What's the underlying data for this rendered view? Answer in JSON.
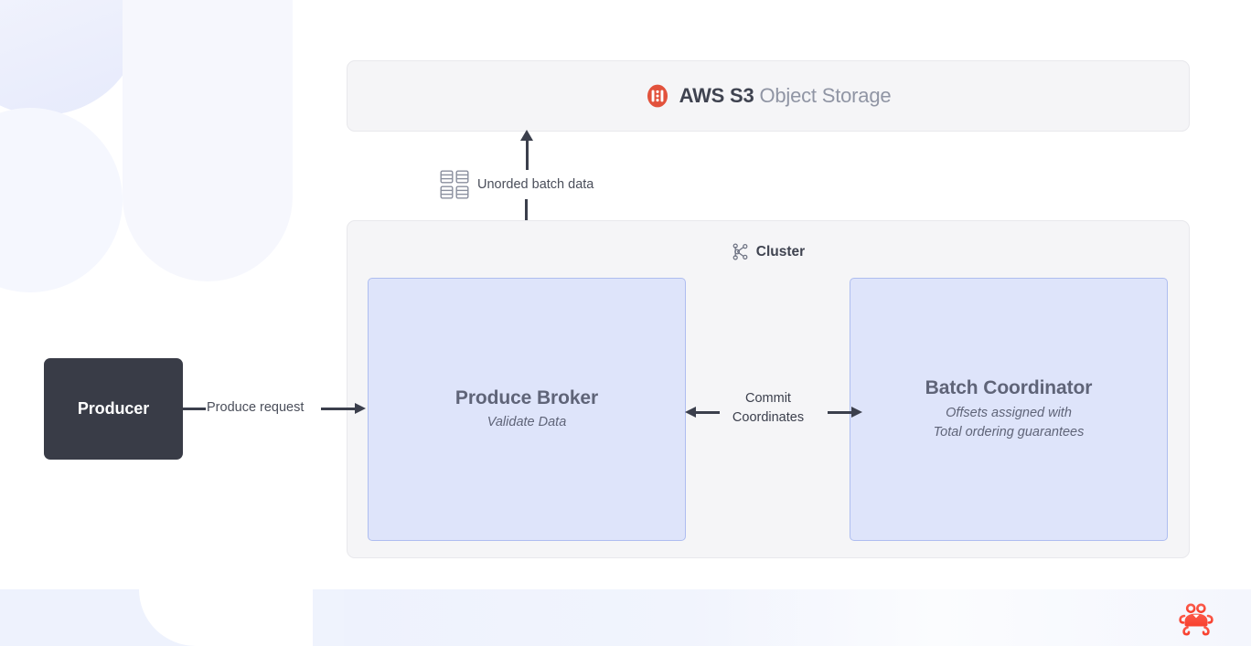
{
  "storage": {
    "icon": "aws-s3-icon",
    "brand": "AWS S3",
    "descriptor": "Object Storage",
    "accent_color": "#e2523c",
    "box_bg": "#f5f5f7"
  },
  "flow": {
    "batch_label": "Unorded batch data",
    "batch_icon": "database-grid-icon",
    "produce_request_label": "Produce request",
    "commit_line_1": "Commit",
    "commit_line_2": "Coordinates",
    "arrow_color": "#3b3f4c"
  },
  "cluster": {
    "icon": "network-nodes-icon",
    "label": "Cluster",
    "bg": "#f5f5f7",
    "node_bg": "#dee4fa",
    "node_border": "#aebdf0",
    "nodes": [
      {
        "name": "produce-broker",
        "title": "Produce Broker",
        "subtitle_1": "Validate Data",
        "subtitle_2": ""
      },
      {
        "name": "batch-coordinator",
        "title": "Batch Coordinator",
        "subtitle_1": "Offsets assigned with",
        "subtitle_2": "Total ordering guarantees"
      }
    ]
  },
  "producer": {
    "label": "Producer",
    "bg": "#393c47",
    "text_color": "#ffffff"
  },
  "branding": {
    "logo": "crab-logo",
    "logo_color": "#fb4d3d"
  }
}
